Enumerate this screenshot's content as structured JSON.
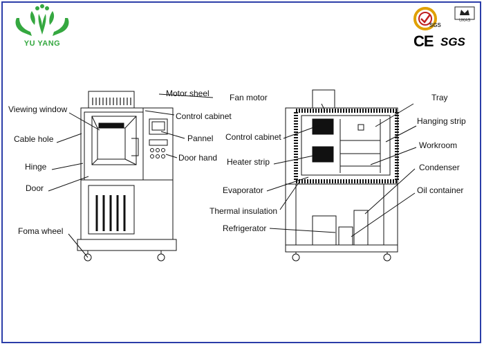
{
  "brand": {
    "name": "YU YANG"
  },
  "certifications": {
    "ce": "CE",
    "sgs": "SGS",
    "sgs_badge": "SGS",
    "ukas_badge": "UKAS"
  },
  "left_labels": {
    "motor_sheel": "Motor sheel",
    "viewing_window": "Viewing window",
    "control_cabinet": "Control cabinet",
    "cable_hole": "Cable hole",
    "pannel": "Pannel",
    "door_hand": "Door hand",
    "hinge": "Hinge",
    "door": "Door",
    "foma_wheel": "Foma wheel"
  },
  "right_labels": {
    "fan_motor": "Fan motor",
    "tray": "Tray",
    "control_cabinet": "Control cabinet",
    "hanging_strip": "Hanging strip",
    "heater_strip": "Heater strip",
    "workroom": "Workroom",
    "condenser": "Condenser",
    "evaporator": "Evaporator",
    "oil_container": "Oil container",
    "thermal_insulation": "Thermal insulation",
    "refrigerator": "Refrigerator"
  },
  "colors": {
    "frame": "#2b3da8",
    "logo_green": "#35a840",
    "line": "#111111"
  },
  "icons": {
    "logo": "leaf-hands-logo-icon",
    "sgs": "sgs-seal-icon",
    "ukas": "ukas-crown-icon"
  }
}
